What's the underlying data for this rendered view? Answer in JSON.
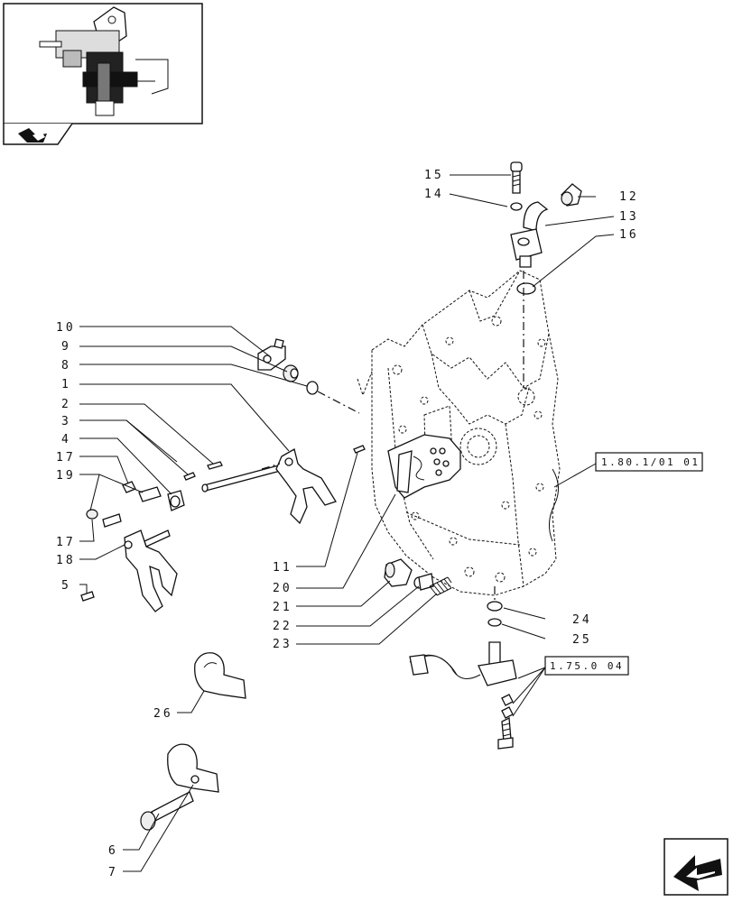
{
  "callouts": {
    "c15": "15",
    "c14": "14",
    "c12": "12",
    "c13": "13",
    "c16": "16",
    "c10": "10",
    "c9": "9",
    "c8": "8",
    "c1": "1",
    "c2": "2",
    "c3": "3",
    "c4": "4",
    "c17a": "17",
    "c19": "19",
    "c17b": "17",
    "c18": "18",
    "c5": "5",
    "c11": "11",
    "c20": "20",
    "c21": "21",
    "c22": "22",
    "c23": "23",
    "c24": "24",
    "c25": "25",
    "c26": "26",
    "c6": "6",
    "c7": "7"
  },
  "references": {
    "housing_ref": "1.80.1/01 01",
    "sensor_ref": "1.75.0 04"
  },
  "icons": {
    "section_icon": "tractor-section-icon",
    "nav_icon": "previous-page-arrow-icon"
  }
}
